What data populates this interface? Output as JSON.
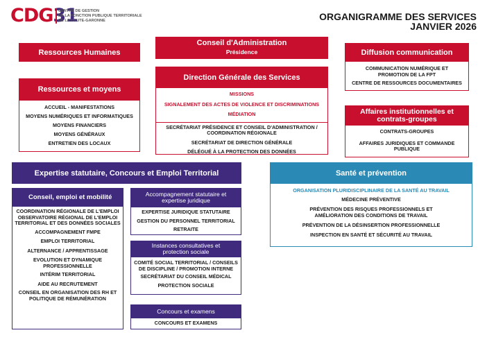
{
  "logo": {
    "word_c": "CDG",
    "word_n": "31",
    "sub1": "Centre de gestion",
    "sub2": "de la fonction publique territoriale",
    "sub3": "de la Haute-Garonne"
  },
  "title": {
    "line1": "ORGANIGRAMME DES SERVICES",
    "line2": "JANVIER 2026"
  },
  "rh": {
    "label": "Ressources Humaines"
  },
  "rm": {
    "label": "Ressources et moyens",
    "items": [
      "Accueil - Manifestations",
      "Moyens numériques et  informatiques",
      "Moyens financiers",
      "Moyens généraux",
      "Entretien des locaux"
    ]
  },
  "ca": {
    "label": "Conseil d'Administration",
    "sub": "Présidence"
  },
  "dgs": {
    "label": "Direction Générale des Services",
    "red_items": [
      "Missions",
      "Signalement des actes de violence et discriminations",
      "Médiation"
    ],
    "items": [
      "Secrétariat Présidence et Conseil d'Administration / Coordination régionale",
      "Secrétariat de Direction Générale",
      "Délégué à la protection des données"
    ]
  },
  "dc": {
    "label": "Diffusion communication",
    "items": [
      "Communication numérique et promotion de la FPT",
      "Centre de ressources documentaires"
    ]
  },
  "aic": {
    "label": "Affaires institutionnelles et contrats-groupes",
    "items": [
      "Contrats-groupes",
      "Affaires juridiques et commande publique"
    ]
  },
  "esc": {
    "label": "Expertise statutaire, Concours et Emploi Territorial"
  },
  "cem": {
    "label": "Conseil, emploi et mobilité",
    "items": [
      "Coordination régionale de l'emploi Observatoire régional de l'emploi territorial et des données sociales",
      "Accompagnement FMPE",
      "Emploi territorial",
      "Alternance / apprentissage",
      "Evolution et dynamique professionnelle",
      "Intérim territorial",
      "Aide au recrutement",
      "Conseil en organisation des RH et politique de rémunération"
    ]
  },
  "asj": {
    "label": "Accompagnement statutaire et expertise juridique",
    "items": [
      "Expertise juridique statutaire",
      "Gestion du personnel territorial",
      "Retraite"
    ]
  },
  "icps": {
    "label": "Instances consultatives  et protection sociale",
    "items": [
      "Comité social territorial / conseils de discipline / promotion interne",
      "Secrétariat du conseil médical",
      "Protection sociale"
    ]
  },
  "ce": {
    "label": "Concours et examens",
    "items": [
      "Concours et examens"
    ]
  },
  "sp": {
    "label": "Santé et prévention",
    "teal_item": "Organisation pluridisciplinaire de la santé au travail",
    "items": [
      "Médecine préventive",
      "Prévention des risques professionnels  et amélioration des conditions de travail",
      "Prévention de la désinsertion professionnelle",
      "Inspection en santé et sécurité au travail"
    ]
  },
  "colors": {
    "red": "#c8102e",
    "purple": "#3f2a7e",
    "teal": "#2a8ab5"
  }
}
